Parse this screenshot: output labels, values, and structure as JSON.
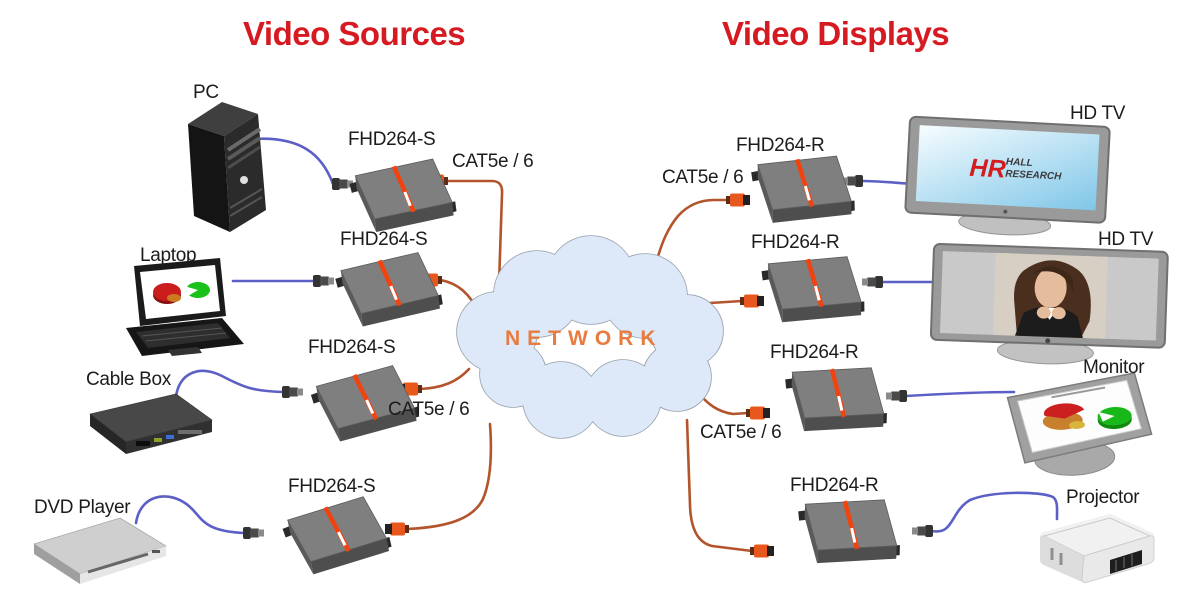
{
  "diagram": {
    "title_sources": "Video Sources",
    "title_displays": "Video Displays",
    "network_label": "NETWORK",
    "sources": [
      {
        "device": "PC",
        "extender": "FHD264-S",
        "cable_label": "CAT5e / 6"
      },
      {
        "device": "Laptop",
        "extender": "FHD264-S"
      },
      {
        "device": "Cable Box",
        "extender": "FHD264-S",
        "cable_label": "CAT5e / 6"
      },
      {
        "device": "DVD Player",
        "extender": "FHD264-S"
      }
    ],
    "displays": [
      {
        "device": "HD TV",
        "extender": "FHD264-R",
        "cable_label": "CAT5e / 6"
      },
      {
        "device": "HD TV",
        "extender": "FHD264-R"
      },
      {
        "device": "Monitor",
        "extender": "FHD264-R",
        "cable_label": "CAT5e / 6"
      },
      {
        "device": "Projector",
        "extender": "FHD264-R"
      }
    ],
    "tv_logo": {
      "hr": "HR",
      "hall": "HALL",
      "research": "RESEARCH"
    },
    "colors": {
      "title_red": "#d61a21",
      "network_orange": "#e87c40",
      "cloud_fill": "#dde9f8",
      "cloud_stroke": "#97a1ab",
      "cat5_cable": "#b2542c",
      "hdmi_cable": "#5c60c6",
      "extender_body": "#7f7f7f",
      "extender_stripe": "#f2420e",
      "rj45_orange": "#e8581d"
    }
  }
}
